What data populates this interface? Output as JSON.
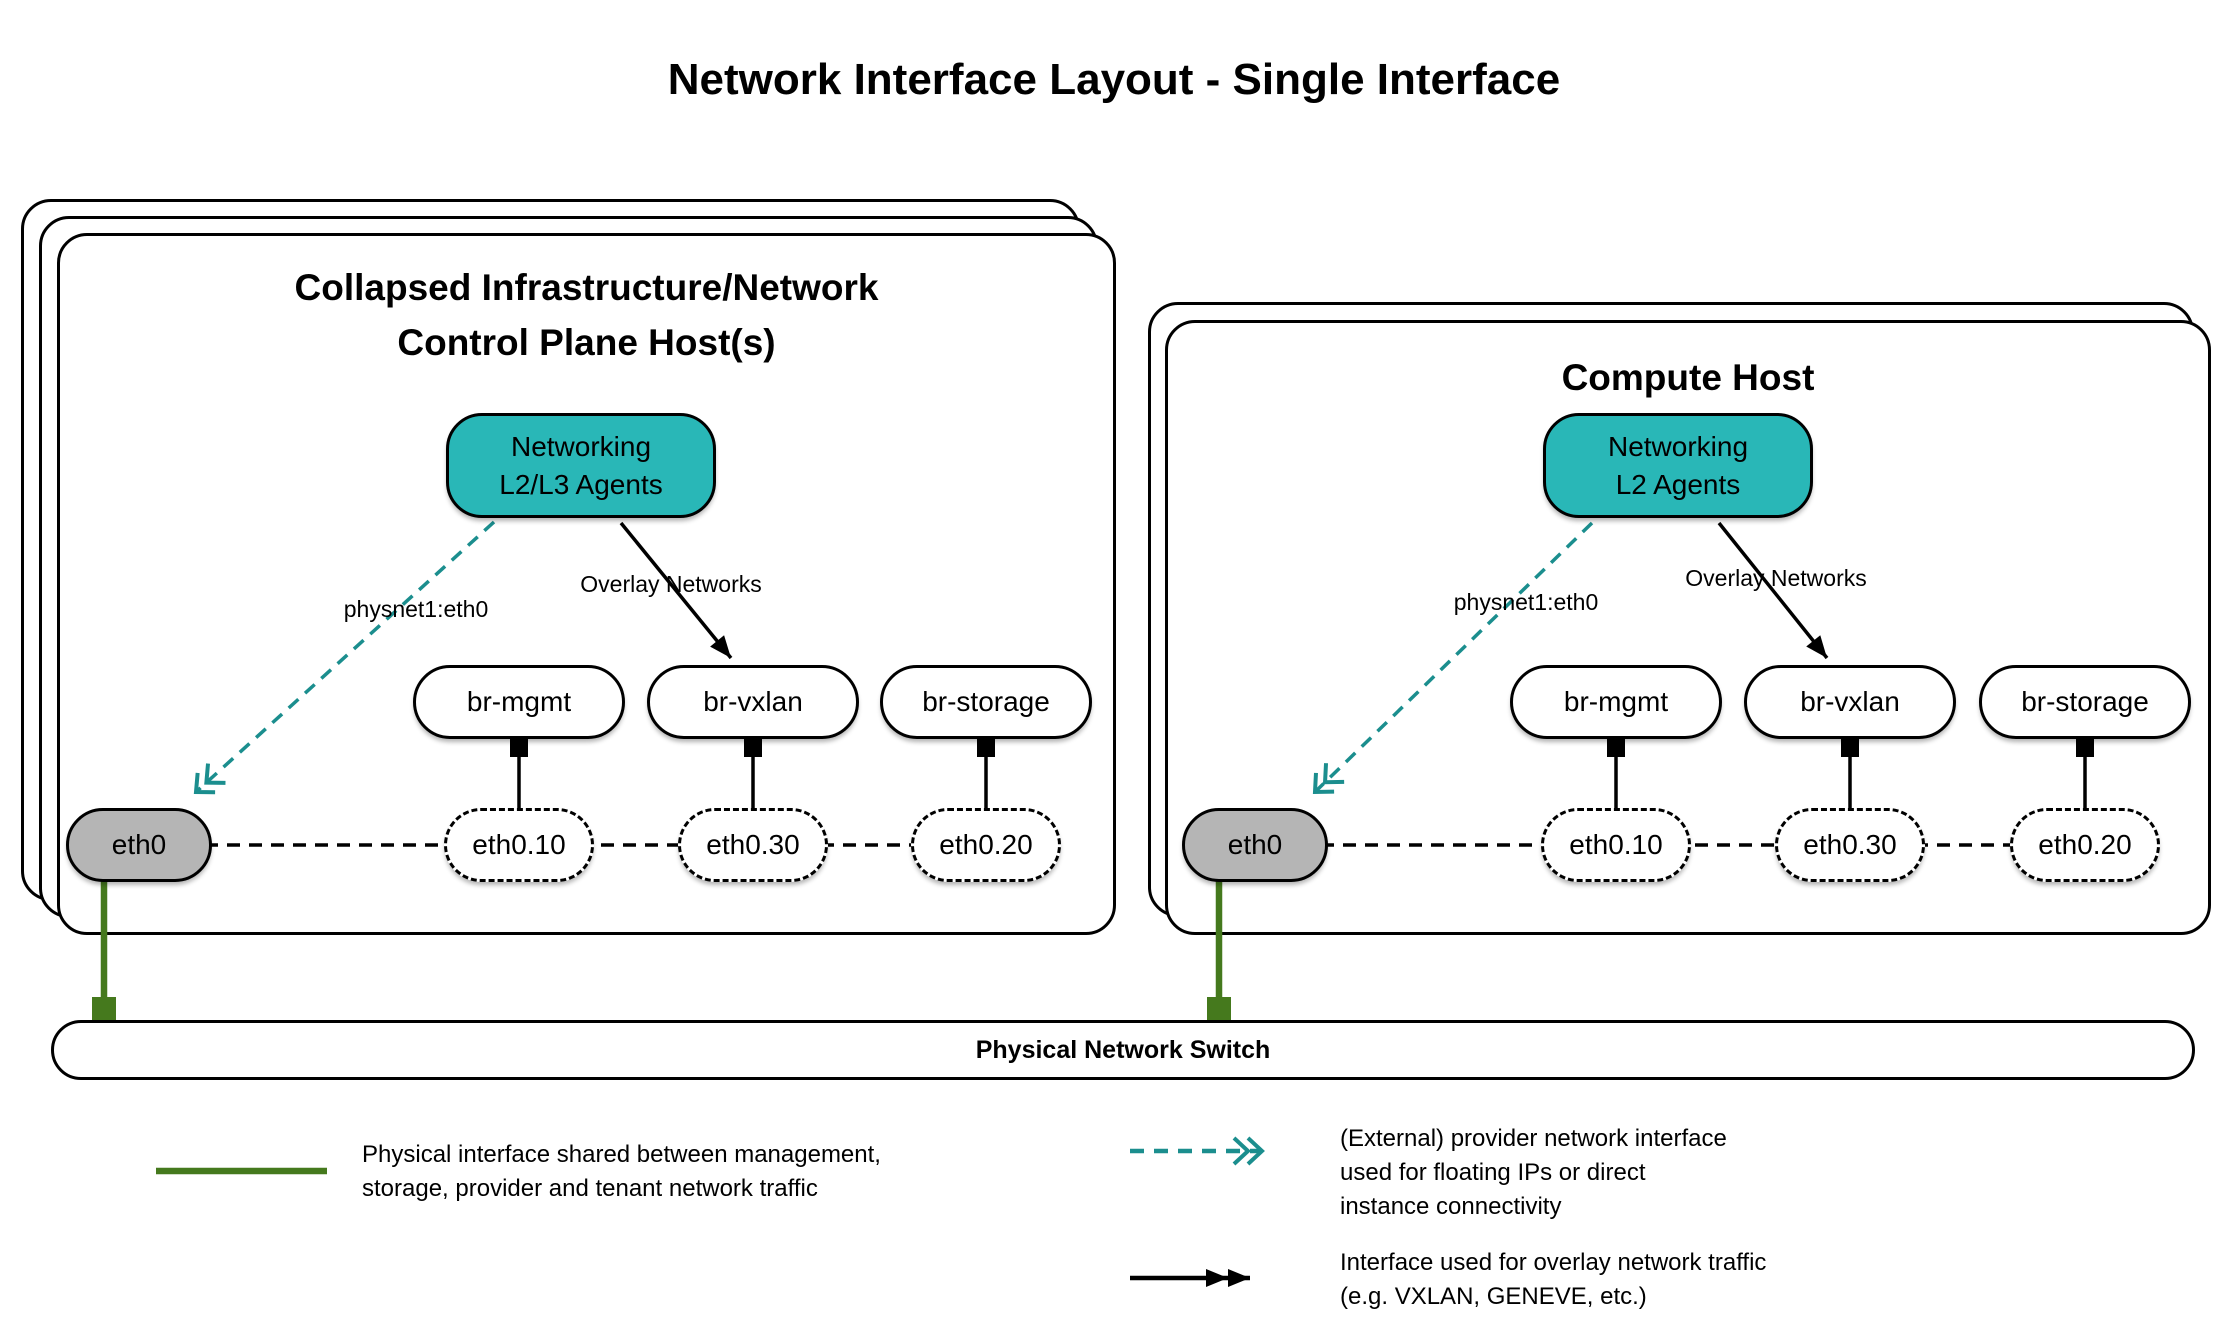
{
  "title": "Network Interface Layout - Single Interface",
  "colors": {
    "teal_fill": "#29b7b7",
    "teal_arrow": "#1b8e8e",
    "green": "#45791d",
    "gray_fill": "#b5b5b5",
    "black": "#000000"
  },
  "hosts": [
    {
      "title_lines": [
        "Collapsed Infrastructure/Network",
        "Control Plane Host(s)"
      ],
      "agent_lines": [
        "Networking",
        "L2/L3 Agents"
      ],
      "provider_label": "physnet1:eth0",
      "overlay_label": "Overlay Networks",
      "bridges": [
        "br-mgmt",
        "br-vxlan",
        "br-storage"
      ],
      "physical_interface": "eth0",
      "vlan_interfaces": [
        "eth0.10",
        "eth0.30",
        "eth0.20"
      ]
    },
    {
      "title_lines": [
        "Compute Host"
      ],
      "agent_lines": [
        "Networking",
        "L2 Agents"
      ],
      "provider_label": "physnet1:eth0",
      "overlay_label": "Overlay Networks",
      "bridges": [
        "br-mgmt",
        "br-vxlan",
        "br-storage"
      ],
      "physical_interface": "eth0",
      "vlan_interfaces": [
        "eth0.10",
        "eth0.30",
        "eth0.20"
      ]
    }
  ],
  "switch_label": "Physical Network Switch",
  "legend": {
    "physical": {
      "lines": [
        "Physical interface shared between management,",
        "storage, provider and tenant network traffic"
      ]
    },
    "provider": {
      "lines": [
        "(External) provider network interface",
        "used for floating IPs or direct",
        "instance connectivity"
      ]
    },
    "overlay": {
      "lines": [
        "Interface used for overlay network traffic",
        "(e.g. VXLAN, GENEVE, etc.)"
      ]
    }
  }
}
